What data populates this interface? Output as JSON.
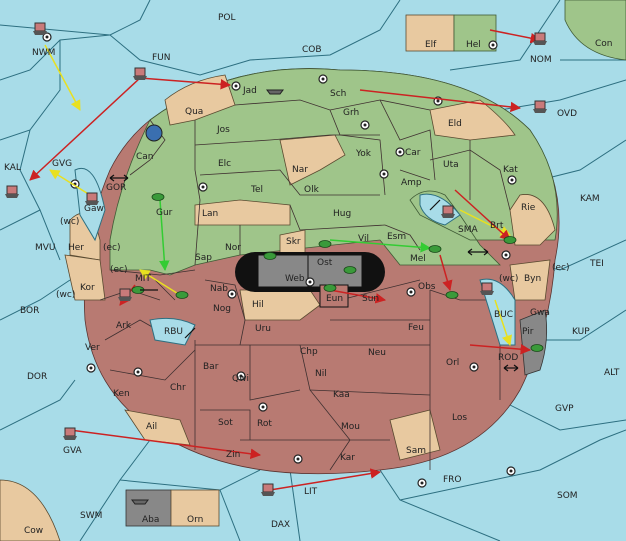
{
  "title": "",
  "colors": {
    "sea": "#a8dce8",
    "green_power": "#9fc58a",
    "red_power": "#b87a72",
    "neutral": "#e8c9a0",
    "grey_power": "#888888",
    "move_red": "#cc2222",
    "move_yellow": "#e8e020",
    "move_green": "#33cc33"
  },
  "provinces": {
    "pol": "POL",
    "cob": "COB",
    "fun": "FUN",
    "nwm": "NWM",
    "nom": "NOM",
    "con": "Con",
    "elf": "Elf",
    "hel": "Hel",
    "ovd": "OVD",
    "jad": "Jad",
    "sch": "Sch",
    "qua": "Qua",
    "jos": "Jos",
    "grh": "Grh",
    "eld": "Eld",
    "can": "Can",
    "kal": "KAL",
    "gvg": "GVG",
    "yok": "Yok",
    "car": "Car",
    "uta": "Uta",
    "kat": "Kat",
    "elc": "Elc",
    "nar": "Nar",
    "gor": "GOR",
    "tel": "Tel",
    "olk": "Olk",
    "amp": "Amp",
    "kam": "KAM",
    "gaw": "Gaw",
    "gur": "Gur",
    "hug": "Hug",
    "rie": "Rie",
    "lan": "Lan",
    "brt": "Brt",
    "mvu": "MVU",
    "her": "Her",
    "nor": "Nor",
    "skr": "Skr",
    "esm": "Esm",
    "sma": "SMA",
    "tei": "TEI",
    "sap": "Sap",
    "vil": "Vil",
    "mel": "Mel",
    "web": "Web",
    "ost": "Ost",
    "byn": "Byn",
    "mit": "MIT",
    "kor": "Kor",
    "nab": "Nab",
    "obs": "Obs",
    "bor": "BOR",
    "eun": "Eun",
    "sun": "Sun",
    "buc": "BUC",
    "gwa": "Gwa",
    "kup": "KUP",
    "hil": "Hil",
    "nog": "Nog",
    "ark": "Ark",
    "rbu": "RBU",
    "uru": "Uru",
    "feu": "Feu",
    "pir": "Pir",
    "chp": "Chp",
    "neu": "Neu",
    "rod": "ROD",
    "ver": "Ver",
    "dor": "DOR",
    "orl": "Orl",
    "alt": "ALT",
    "bar": "Bar",
    "qwi": "Qwi",
    "nil": "Nil",
    "ken": "Ken",
    "chr": "Chr",
    "kaa": "Kaa",
    "gvp": "GVP",
    "sot": "Sot",
    "rot": "Rot",
    "los": "Los",
    "mou": "Mou",
    "ail": "Ail",
    "gva": "GVA",
    "zin": "Zin",
    "sam": "Sam",
    "kar": "Kar",
    "fro": "FRO",
    "lit": "LIT",
    "som": "SOM",
    "aba": "Aba",
    "orn": "Orn",
    "swm": "SWM",
    "dax": "DAX",
    "cow": "Cow"
  },
  "coast_markers": {
    "wc1": "(wc)",
    "ec1": "(ec)",
    "ec2": "(ec)",
    "wc2": "(wc)",
    "wc3": "(wc)",
    "ec3": "(ec)"
  },
  "units": [
    {
      "type": "fleet",
      "power": "grey"
    },
    {
      "type": "fleet",
      "power": "grey"
    },
    {
      "type": "fleet",
      "power": "grey"
    },
    {
      "type": "fleet",
      "power": "grey"
    },
    {
      "type": "fleet",
      "power": "grey"
    },
    {
      "type": "fleet",
      "power": "blue"
    },
    {
      "type": "fleet",
      "power": "red"
    },
    {
      "type": "fleet",
      "power": "green"
    },
    {
      "type": "army",
      "power": "green"
    },
    {
      "type": "army",
      "power": "green"
    },
    {
      "type": "army",
      "power": "green"
    },
    {
      "type": "army",
      "power": "green"
    },
    {
      "type": "army",
      "power": "green"
    },
    {
      "type": "army",
      "power": "green"
    },
    {
      "type": "army",
      "power": "green"
    },
    {
      "type": "army",
      "power": "green"
    },
    {
      "type": "army",
      "power": "green"
    },
    {
      "type": "army",
      "power": "green"
    },
    {
      "type": "army",
      "power": "green"
    },
    {
      "type": "army",
      "power": "green"
    }
  ]
}
